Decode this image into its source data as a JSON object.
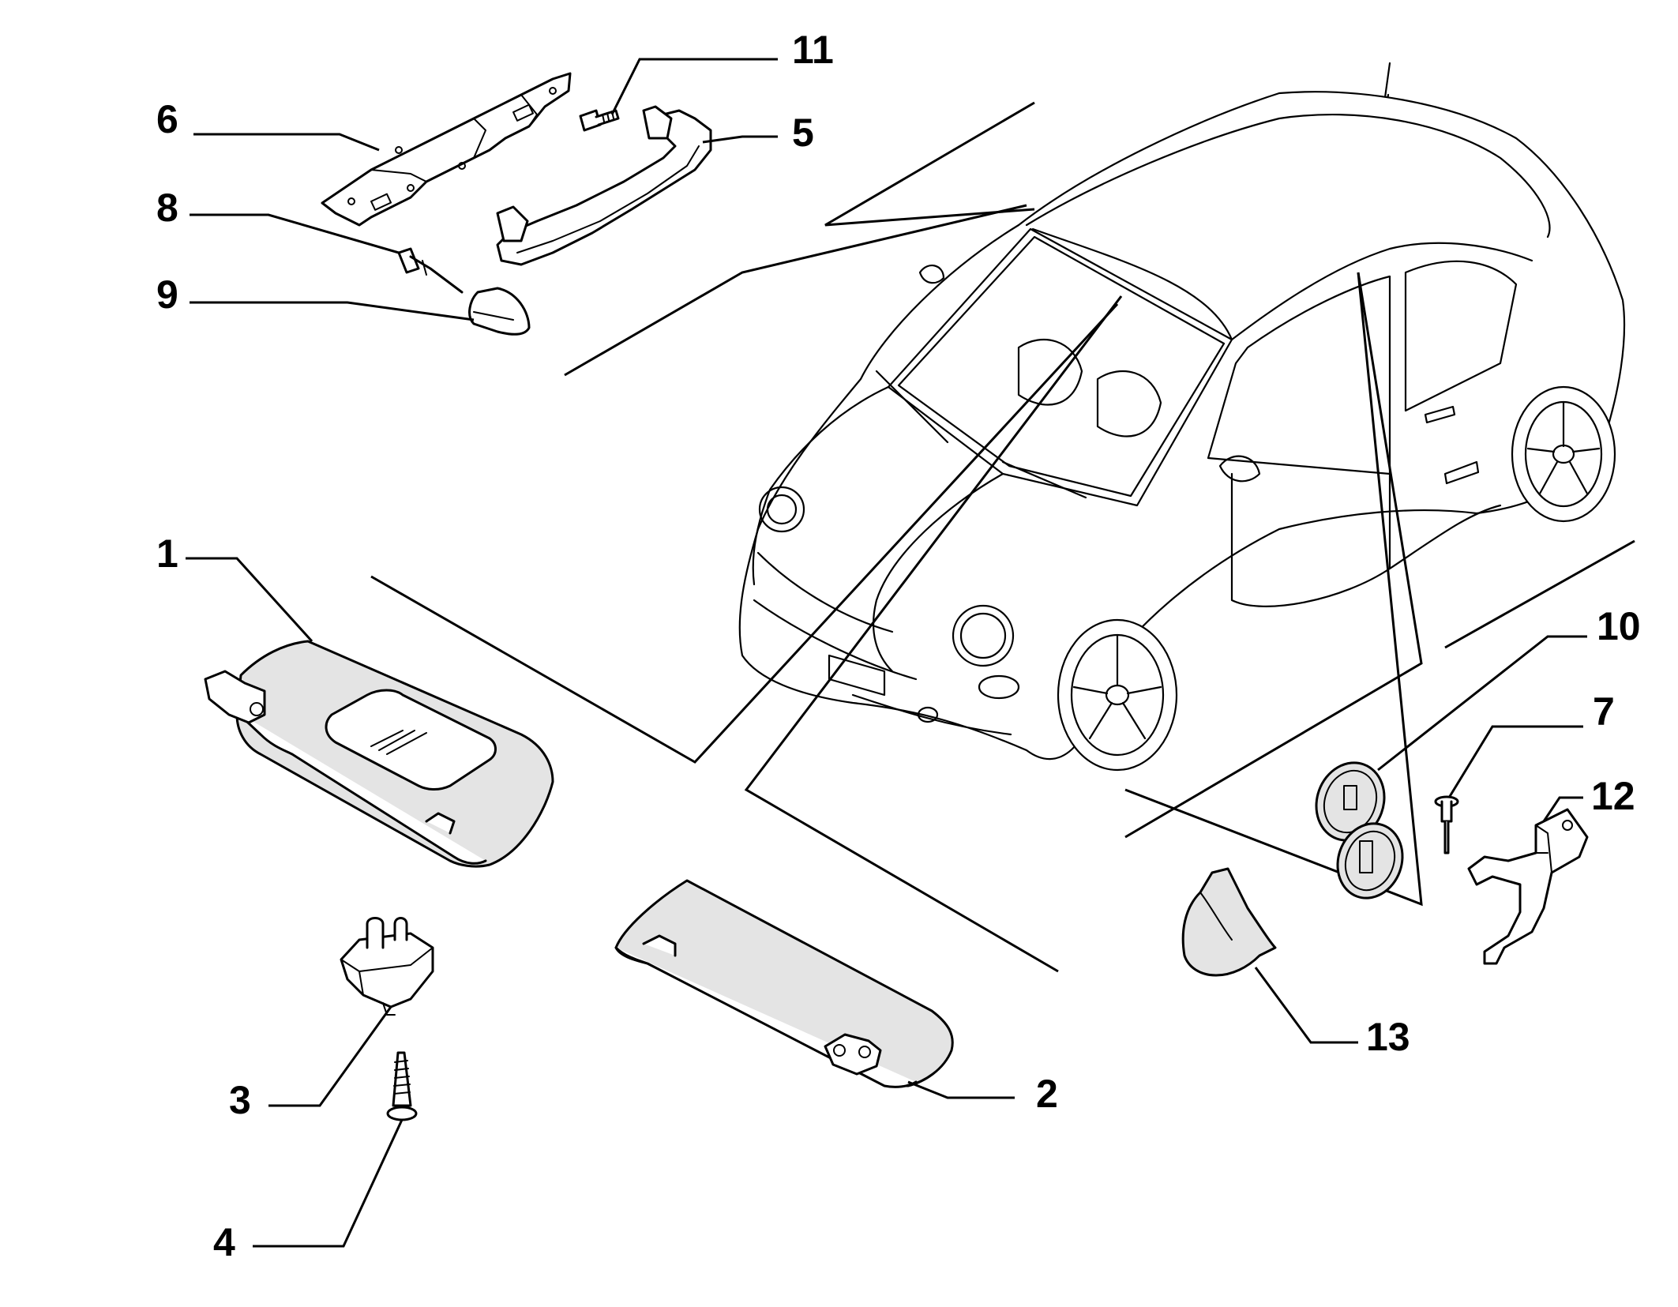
{
  "callouts": [
    {
      "id": "1",
      "label": "1"
    },
    {
      "id": "2",
      "label": "2"
    },
    {
      "id": "3",
      "label": "3"
    },
    {
      "id": "4",
      "label": "4"
    },
    {
      "id": "5",
      "label": "5"
    },
    {
      "id": "6",
      "label": "6"
    },
    {
      "id": "7",
      "label": "7"
    },
    {
      "id": "8",
      "label": "8"
    },
    {
      "id": "9",
      "label": "9"
    },
    {
      "id": "10",
      "label": "10"
    },
    {
      "id": "11",
      "label": "11"
    },
    {
      "id": "12",
      "label": "12"
    },
    {
      "id": "13",
      "label": "13"
    }
  ],
  "colors": {
    "line": "#000000",
    "background": "#ffffff",
    "shade": "#e4e4e4"
  }
}
